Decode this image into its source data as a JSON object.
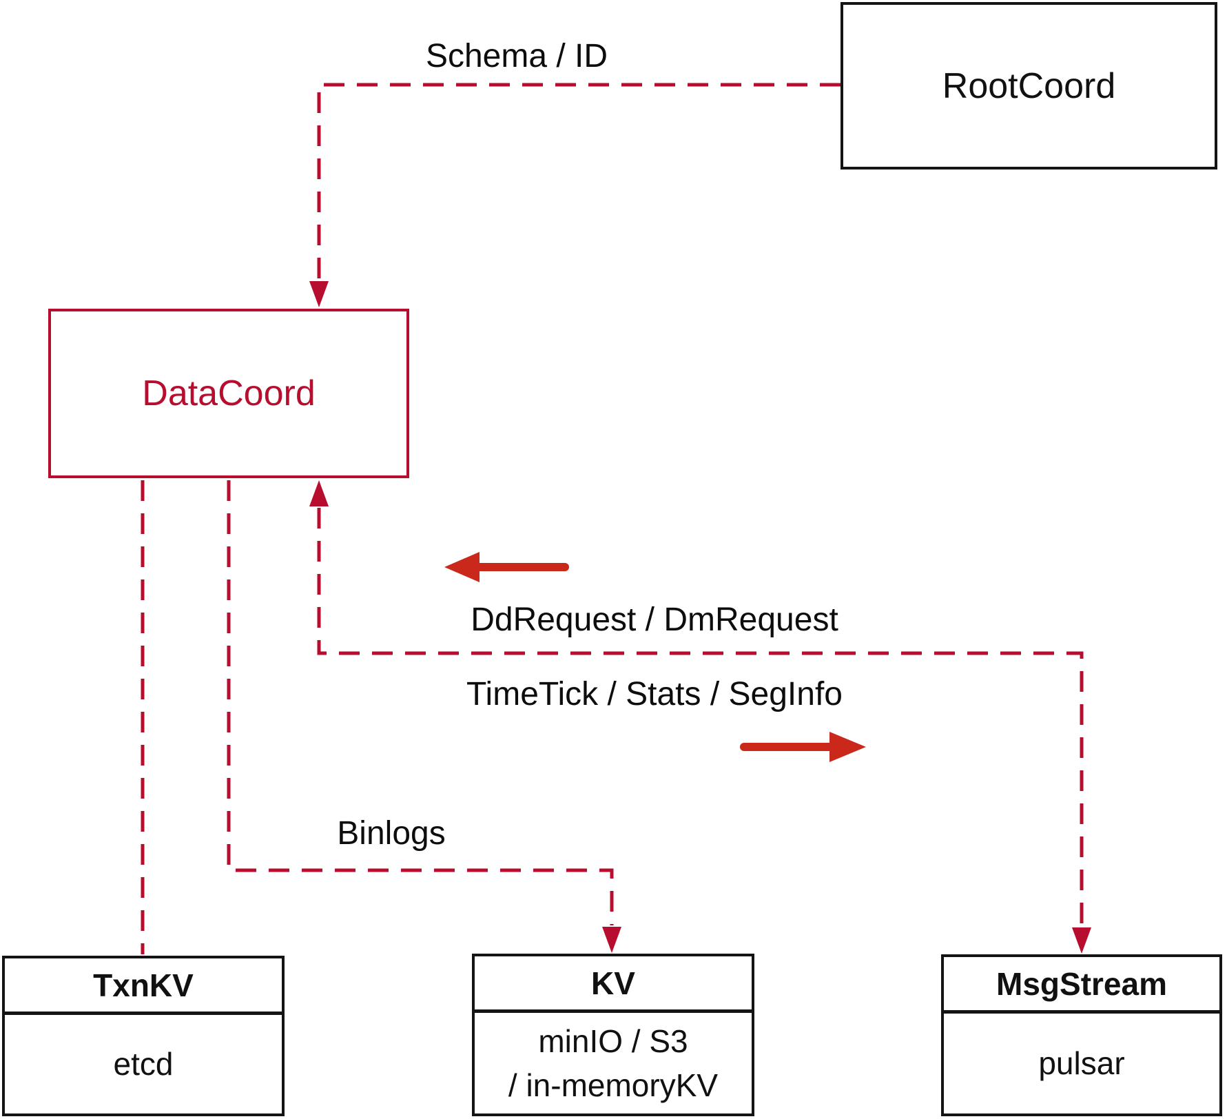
{
  "nodes": {
    "root_coord": {
      "label": "RootCoord"
    },
    "data_coord": {
      "label": "DataCoord"
    },
    "txn_kv": {
      "title": "TxnKV",
      "body": "etcd"
    },
    "kv": {
      "title": "KV",
      "body_line1": "minIO / S3",
      "body_line2": "/ in-memoryKV"
    },
    "msg_stream": {
      "title": "MsgStream",
      "body": "pulsar"
    }
  },
  "edge_labels": {
    "schema_id": "Schema / ID",
    "dd_request": "DdRequest / DmRequest",
    "time_tick": "TimeTick / Stats / SegInfo",
    "binlogs": "Binlogs"
  },
  "colors": {
    "dashed_line_crimson": "#b70d2e",
    "solid_arrow_red": "#c9281b",
    "box_border_black": "#141414",
    "background": "#ffffff"
  }
}
